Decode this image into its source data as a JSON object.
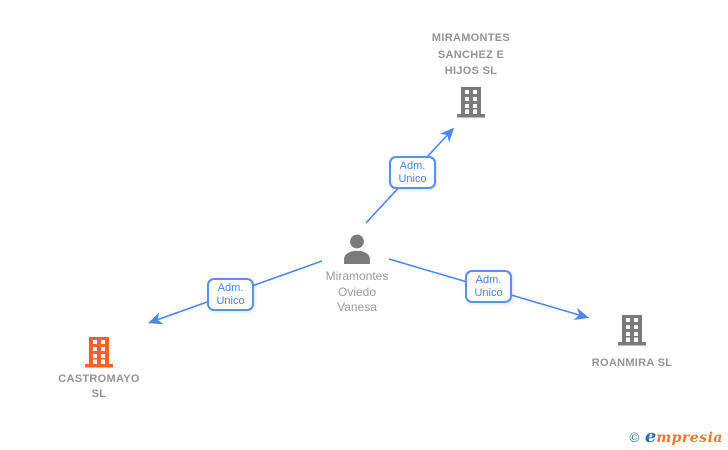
{
  "diagram_type": "corporate-relationship-network",
  "colors": {
    "edge_blue": "#4d86ec",
    "edge_label_blue": "#4285f4",
    "icon_gray": "#7b7b7b",
    "building_orange": "#ff5f2d",
    "company_text_gray": "#949494",
    "person_text_gray": "#9b9b9b",
    "brand_copyright_teal": "#2b7f99",
    "brand_e_blue": "#2f6fba",
    "brand_rest_orange": "#e87a2e"
  },
  "nodes": {
    "person": {
      "type": "person",
      "icon": "person-icon",
      "lines": [
        "Miramontes",
        "Oviedo",
        "Vanesa"
      ]
    },
    "company_top": {
      "type": "company",
      "icon": "building-icon",
      "icon_color": "#7b7b7b",
      "lines": [
        "MIRAMONTES",
        "SANCHEZ E",
        "HIJOS SL"
      ]
    },
    "company_left": {
      "type": "company",
      "icon": "building-icon",
      "icon_color": "#ff5f2d",
      "lines": [
        "CASTROMAYO",
        "SL"
      ]
    },
    "company_right": {
      "type": "company",
      "icon": "building-icon",
      "icon_color": "#7b7b7b",
      "lines": [
        "ROANMIRA SL"
      ]
    }
  },
  "edges": [
    {
      "from": "person",
      "to": "company_top",
      "label": [
        "Adm.",
        "Unico"
      ]
    },
    {
      "from": "person",
      "to": "company_left",
      "label": [
        "Adm.",
        "Unico"
      ]
    },
    {
      "from": "person",
      "to": "company_right",
      "label": [
        "Adm.",
        "Unico"
      ]
    }
  ],
  "footer": {
    "copyright": "©",
    "brand_first": "e",
    "brand_rest": "mpresia"
  }
}
